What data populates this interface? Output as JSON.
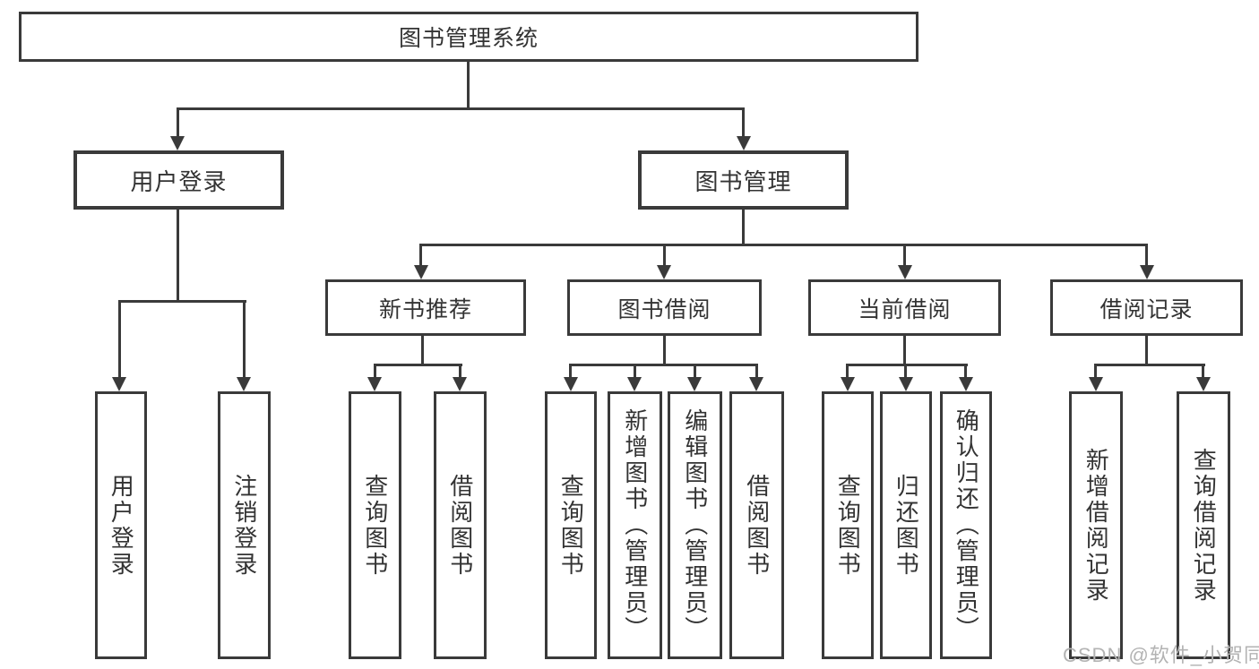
{
  "diagram_title": "图书管理系统",
  "colors": {
    "line": "#3a3a3a",
    "text": "#333333",
    "watermark": "#b3b3b3",
    "bg": "#ffffff"
  },
  "watermark": {
    "text": "CSDN @软件_小贺同学"
  },
  "tree": {
    "root": {
      "label": "图书管理系统",
      "children": [
        {
          "label": "用户登录",
          "children": [
            {
              "label": "用户登录"
            },
            {
              "label": "注销登录"
            }
          ]
        },
        {
          "label": "图书管理",
          "children": [
            {
              "label": "新书推荐",
              "children": [
                {
                  "label": "查询图书"
                },
                {
                  "label": "借阅图书"
                }
              ]
            },
            {
              "label": "图书借阅",
              "children": [
                {
                  "label": "查询图书"
                },
                {
                  "label": "新增图书（管理员）"
                },
                {
                  "label": "编辑图书（管理员）"
                },
                {
                  "label": "借阅图书"
                }
              ]
            },
            {
              "label": "当前借阅",
              "children": [
                {
                  "label": "查询图书"
                },
                {
                  "label": "归还图书"
                },
                {
                  "label": "确认归还（管理员）"
                }
              ]
            },
            {
              "label": "借阅记录",
              "children": [
                {
                  "label": "新增借阅记录"
                },
                {
                  "label": "查询借阅记录"
                }
              ]
            }
          ]
        }
      ]
    }
  }
}
